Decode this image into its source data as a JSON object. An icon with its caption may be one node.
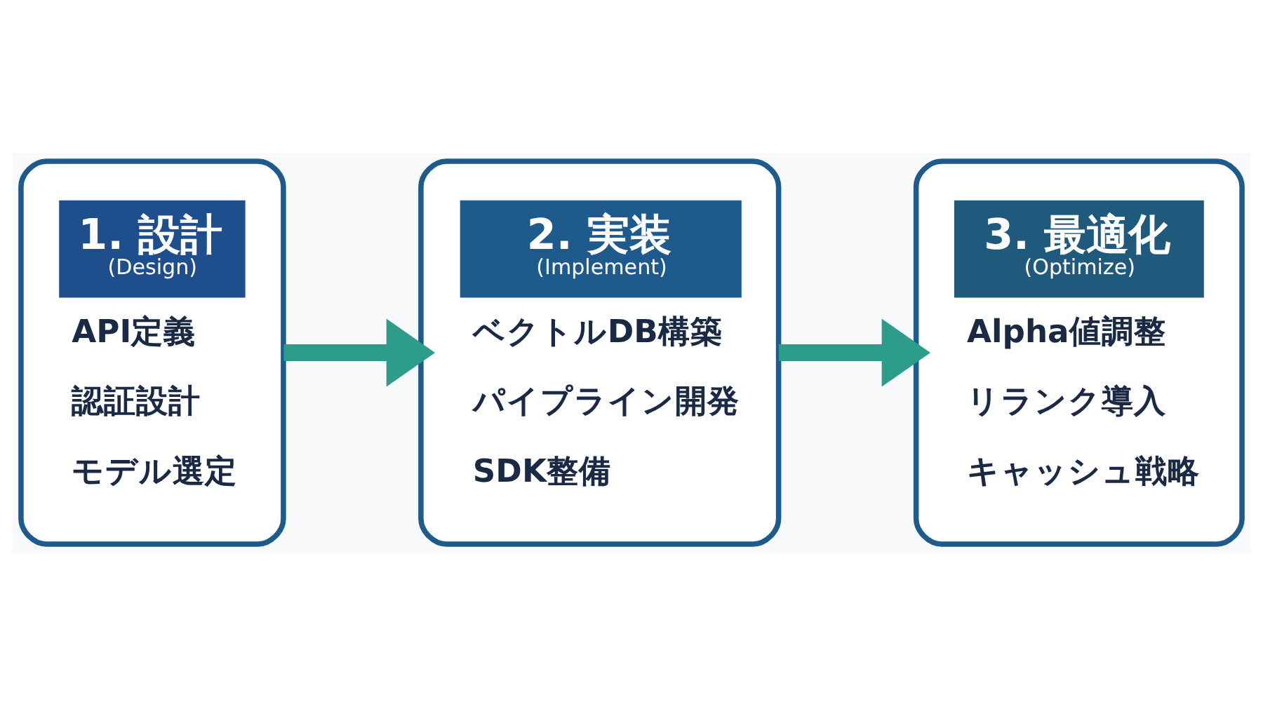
{
  "diagram": {
    "nodes": [
      {
        "text": [
          "1. 設計",
          "(Design)",
          "API定義",
          "認証設計",
          "モデル選定"
        ]
      },
      {
        "text": [
          "2. 実装",
          "(Implement)",
          "ベクトルDB構築",
          "パイプライン開発",
          "SDK整備"
        ]
      },
      {
        "text": [
          "3. 最適化",
          "(Optimize)",
          "Alpha値調整",
          "リランク導入",
          "キャッシュ戦略"
        ]
      }
    ],
    "edges": [
      {
        "from": 0,
        "to": 1,
        "arrow": "to"
      },
      {
        "from": 1,
        "to": 2,
        "arrow": "to"
      }
    ]
  }
}
